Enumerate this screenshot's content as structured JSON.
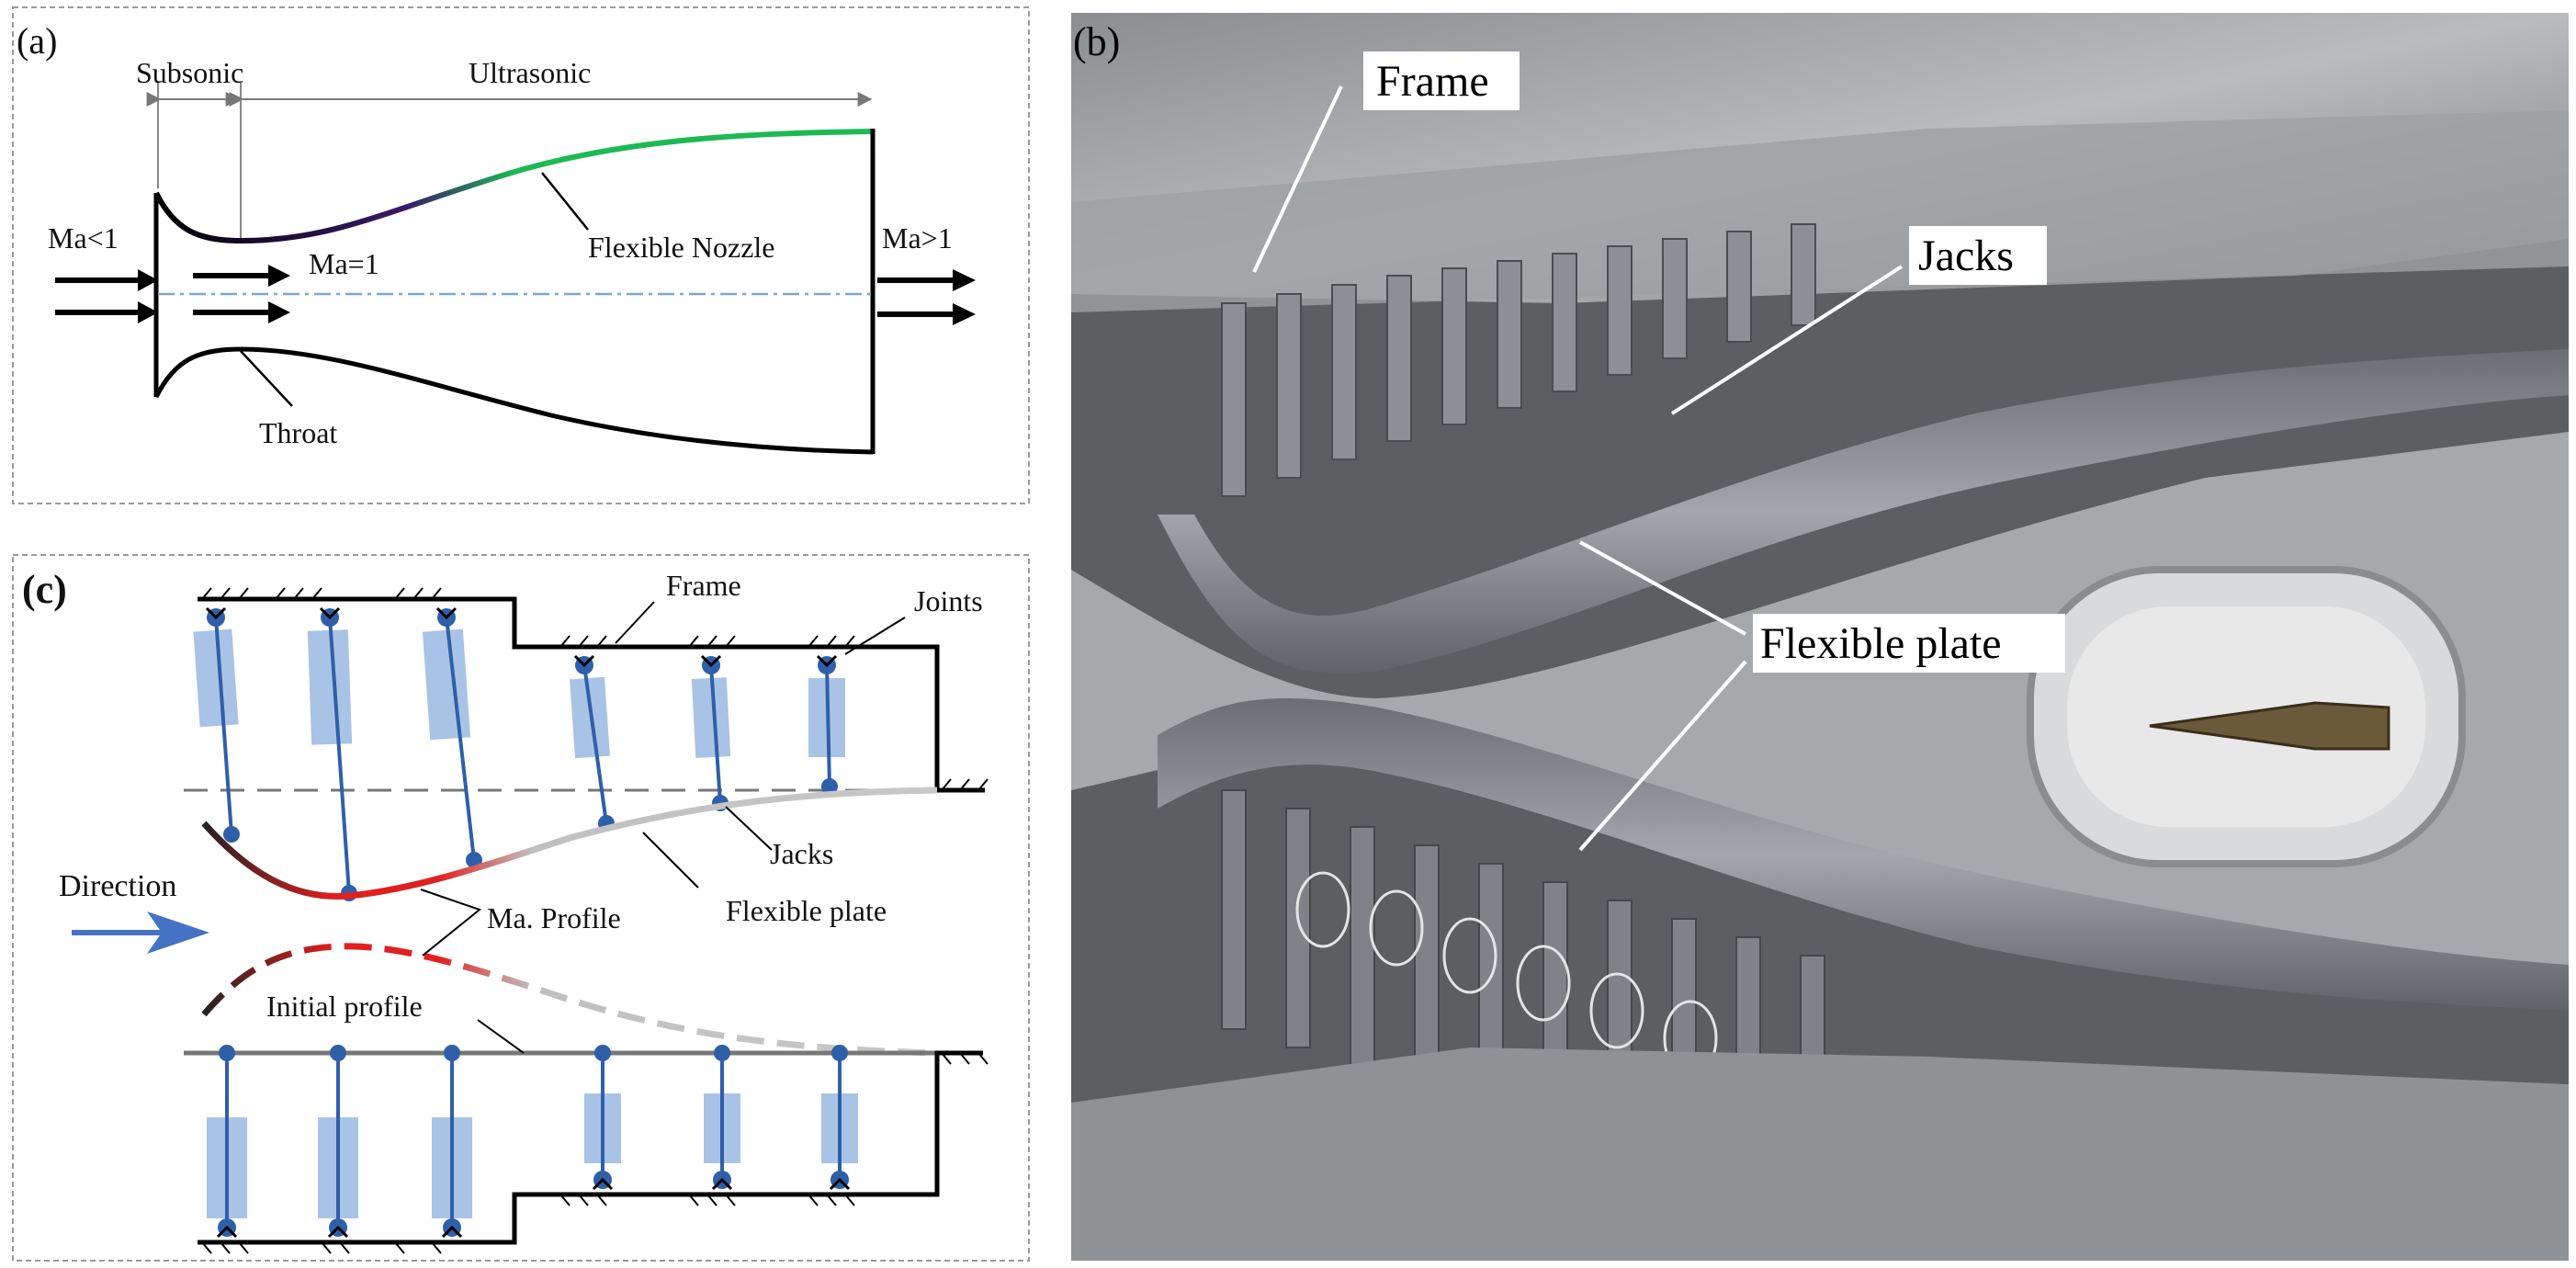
{
  "panel_a": {
    "tag": "(a)",
    "subsonic": "Subsonic",
    "ultrasonic": "Ultrasonic",
    "ma_in": "Ma<1",
    "ma_throat": "Ma=1",
    "ma_out": "Ma>1",
    "flexible_nozzle": "Flexible Nozzle",
    "throat": "Throat"
  },
  "panel_b": {
    "tag": "(b)",
    "frame": "Frame",
    "jacks": "Jacks",
    "flexible_plate": "Flexible plate"
  },
  "panel_c": {
    "tag": "(c)",
    "frame": "Frame",
    "joints": "Joints",
    "direction": "Direction",
    "jacks": "Jacks",
    "ma_profile": "Ma. Profile",
    "flexible_plate": "Flexible plate",
    "initial_profile": "Initial profile"
  },
  "colors": {
    "nozzle_green": "#1db954",
    "profile_red": "#e02020",
    "jack_fill": "#a9c3e6",
    "joint_blue": "#2f5fa8",
    "arrow_blue": "#4472c4"
  }
}
